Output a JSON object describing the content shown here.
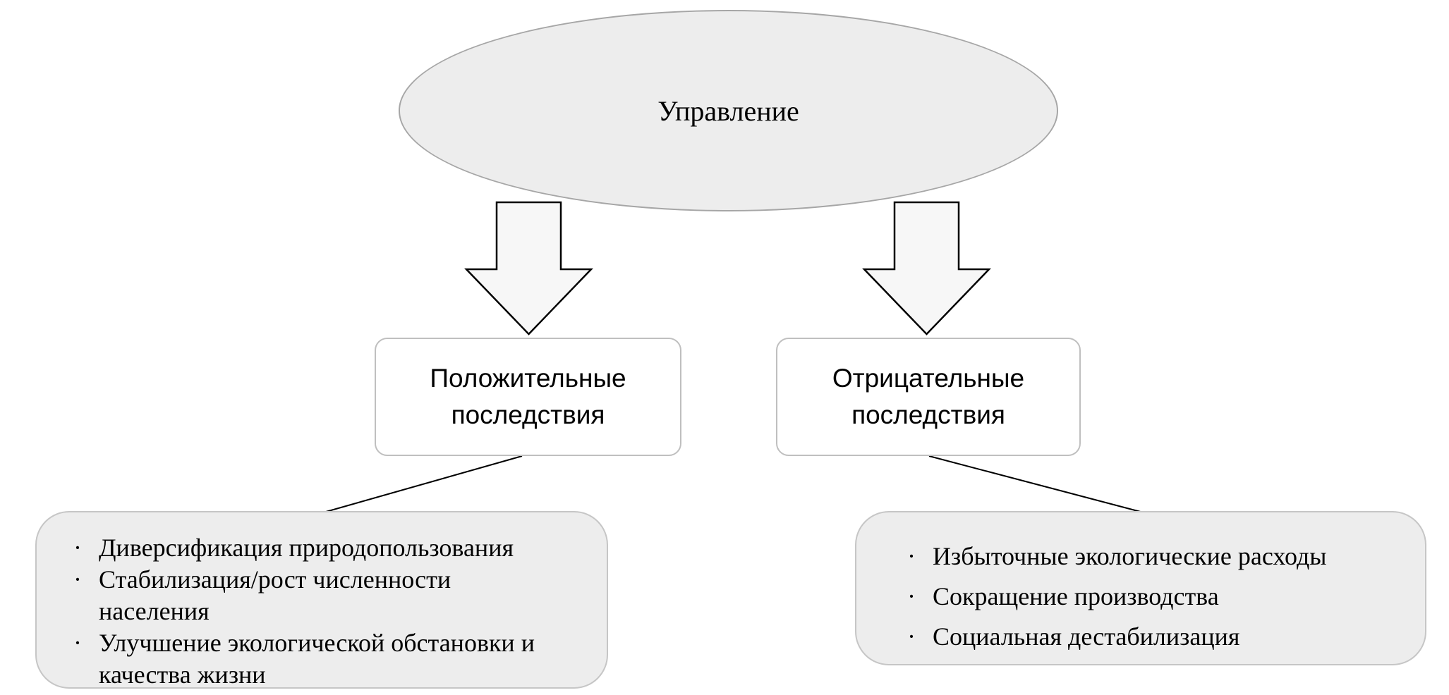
{
  "root": {
    "label": "Управление"
  },
  "branches": [
    {
      "title": "Положительные последствия",
      "items": [
        "Диверсификация природопользования",
        "Стабилизация/рост численности населения",
        "Улучшение экологической обстановки и качества жизни"
      ]
    },
    {
      "title": "Отрицательные последствия",
      "items": [
        "Избыточные экологические расходы",
        "Сокращение производства",
        "Социальная дестабилизация"
      ]
    }
  ],
  "bullet_char": "·",
  "colors": {
    "shape_fill": "#ededed",
    "shape_border": "#a6a6a6",
    "title_box_fill": "#ffffff",
    "title_box_border": "#bfbfbf",
    "list_box_fill": "#ededed",
    "list_box_border": "#c6c6c6",
    "arrow_fill": "#f7f7f7",
    "arrow_stroke": "#000000",
    "connector_line": "#000000"
  }
}
